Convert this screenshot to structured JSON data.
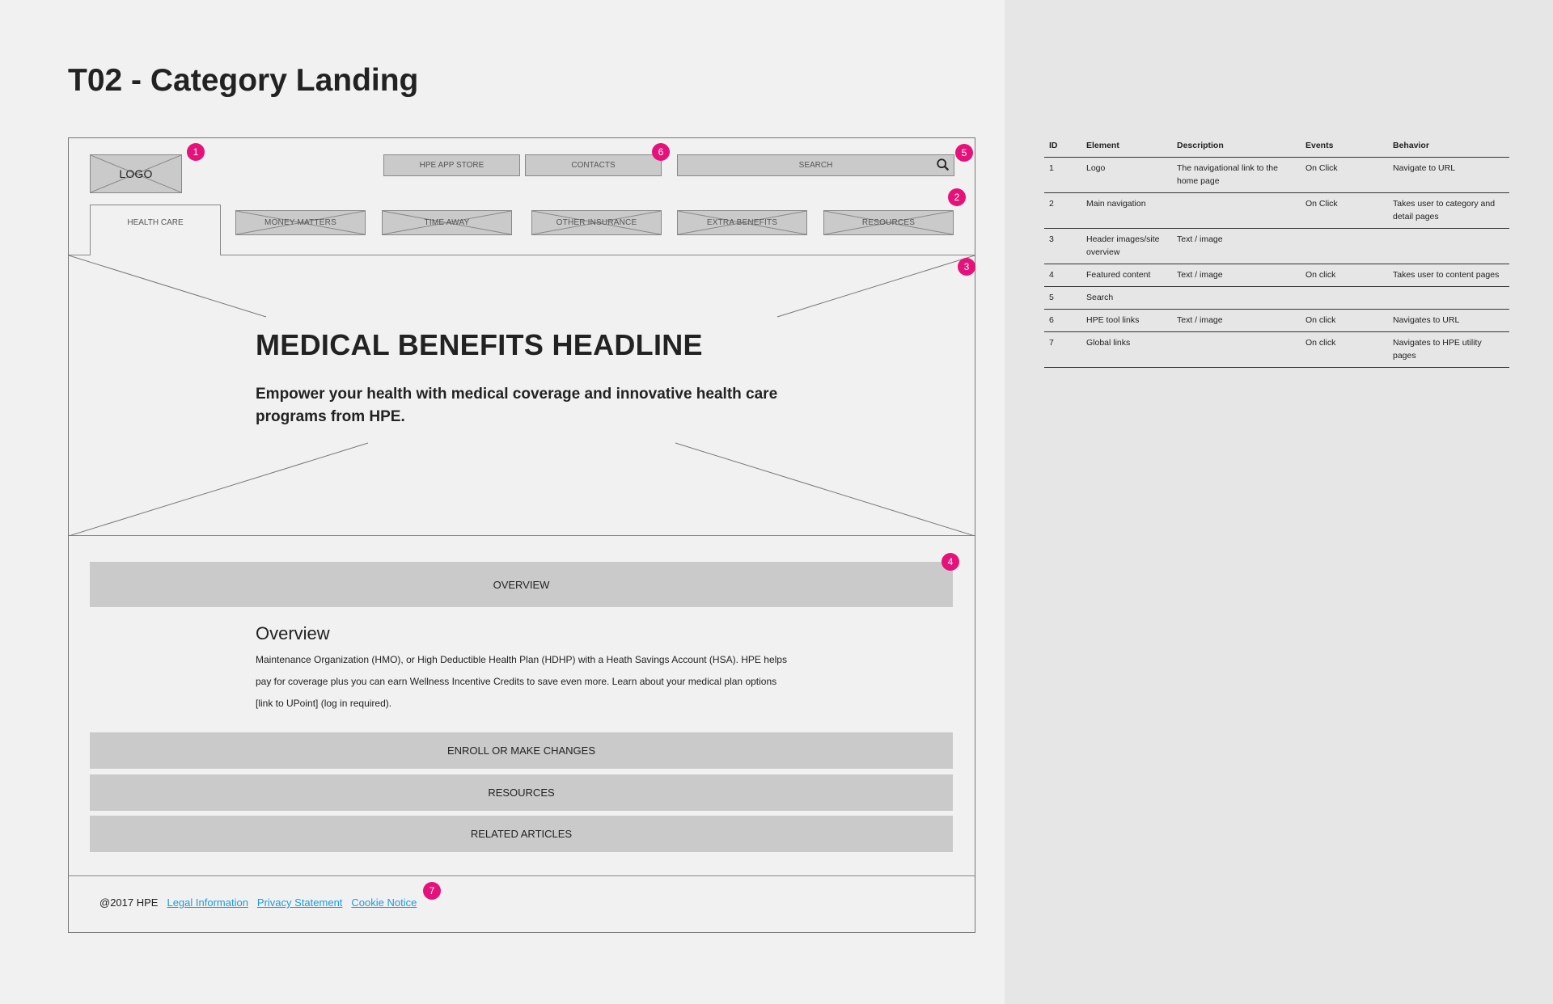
{
  "page": {
    "title": "T02 - Category Landing"
  },
  "wireframe": {
    "logo": "LOGO",
    "utility": {
      "app_store": "HPE APP STORE",
      "contacts": "CONTACTS",
      "search_placeholder": "SEARCH"
    },
    "nav": {
      "active": "HEALTH CARE",
      "items": [
        "MONEY MATTERS",
        "TIME AWAY",
        "OTHER INSURANCE",
        "EXTRA BENEFITS",
        "RESOURCES"
      ]
    },
    "hero": {
      "headline": "MEDICAL BENEFITS HEADLINE",
      "subhead": "Empower your health with medical coverage and innovative health care programs from HPE."
    },
    "content": {
      "overview_bar": "OVERVIEW",
      "overview_title": "Overview",
      "overview_body": "Maintenance Organization (HMO), or High Deductible Health Plan (HDHP) with a Heath Savings Account (HSA). HPE helps pay for coverage plus you can earn Wellness Incentive Credits to save even more. Learn about your medical plan options [link to UPoint] (log in required).",
      "accordions": [
        "ENROLL OR MAKE CHANGES",
        "RESOURCES",
        "RELATED ARTICLES"
      ]
    },
    "footer": {
      "copyright": "@2017 HPE",
      "links": [
        "Legal Information",
        "Privacy Statement",
        "Cookie Notice"
      ]
    },
    "badges": [
      "1",
      "2",
      "3",
      "4",
      "5",
      "6",
      "7"
    ]
  },
  "spec_table": {
    "headers": [
      "ID",
      "Element",
      "Description",
      "Events",
      "Behavior"
    ],
    "rows": [
      [
        "1",
        "Logo",
        "The navigational link to the home page",
        "On Click",
        "Navigate to URL"
      ],
      [
        "2",
        "Main navigation",
        "",
        "On Click",
        "Takes user to category and detail pages"
      ],
      [
        "3",
        "Header images/site overview",
        "Text / image",
        "",
        ""
      ],
      [
        "4",
        "Featured content",
        "Text / image",
        "On click",
        "Takes user to content pages"
      ],
      [
        "5",
        "Search",
        "",
        "",
        ""
      ],
      [
        "6",
        "HPE tool links",
        "Text / image",
        "On click",
        "Navigates to URL"
      ],
      [
        "7",
        "Global links",
        "",
        "On click",
        "Navigates to HPE utility pages"
      ]
    ]
  },
  "colors": {
    "badge": "#e5127a",
    "link": "#1a9dd9",
    "placeholder_gray": "#cacaca",
    "right_panel": "#e6e6e7"
  }
}
